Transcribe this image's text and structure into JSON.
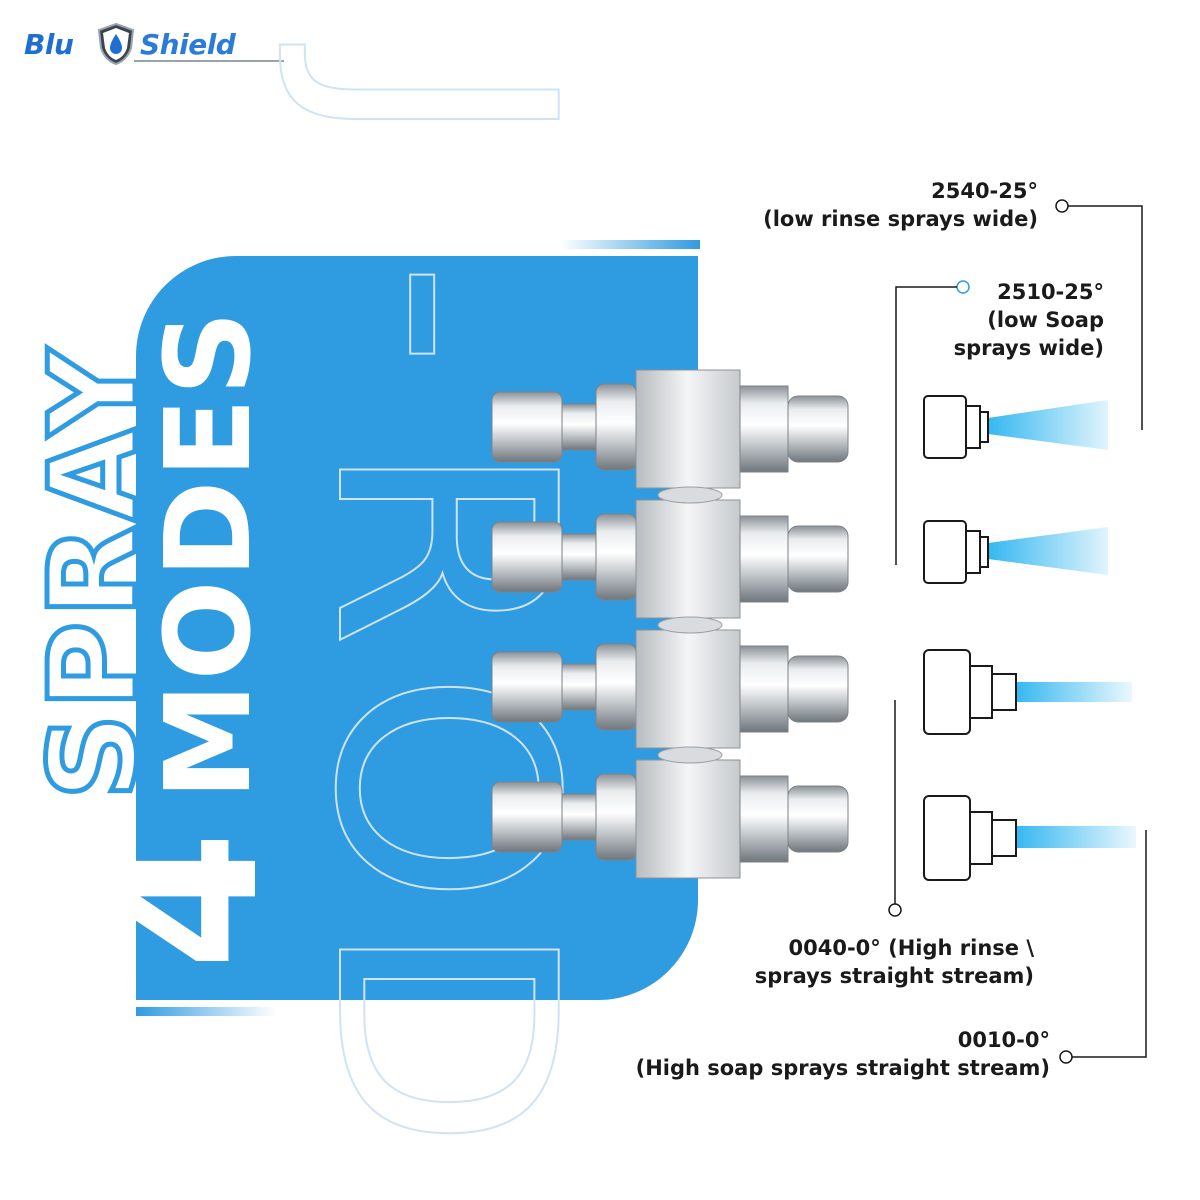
{
  "brand": {
    "word1": "Blu",
    "word2": "Shield"
  },
  "headline": {
    "number": "4",
    "line1": "SPRAY",
    "line2": "MODES"
  },
  "watermark": {
    "letters": [
      "J",
      "-",
      "R",
      "O",
      "D"
    ]
  },
  "labels": [
    {
      "code": "2540-25°",
      "desc": "(low rinse sprays wide)"
    },
    {
      "code": "2510-25°",
      "desc1": "(low Soap",
      "desc2": "sprays wide)"
    },
    {
      "line1": "0040-0° (High rinse \\",
      "line2": "sprays straight stream)"
    },
    {
      "code": "0010-0°",
      "desc": "(High soap sprays straight stream)"
    }
  ],
  "icons": {
    "logo": "shield-drop-icon",
    "product": "quick-connect-manifold-icon",
    "nozzle": "spray-nozzle-icon"
  },
  "colors": {
    "brand_blue": "#2f9be0",
    "spray_blue": "#35b8f0",
    "text": "#1a1a1a"
  }
}
